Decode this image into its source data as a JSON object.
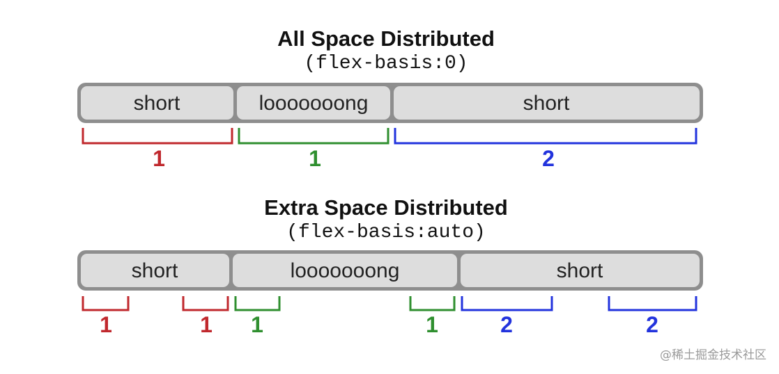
{
  "colors": {
    "red": "#c0282d",
    "green": "#2f8f2f",
    "blue": "#2233dd"
  },
  "panels": [
    {
      "title": "All Space Distributed",
      "code": "(flex-basis:0)",
      "segments": [
        {
          "label": "short"
        },
        {
          "label": "looooooong"
        },
        {
          "label": "short"
        }
      ],
      "brackets": [
        {
          "number": "1",
          "color": "red"
        },
        {
          "number": "1",
          "color": "green"
        },
        {
          "number": "2",
          "color": "blue"
        }
      ]
    },
    {
      "title": "Extra Space Distributed",
      "code": "(flex-basis:auto)",
      "segments": [
        {
          "label": "short"
        },
        {
          "label": "looooooong"
        },
        {
          "label": "short"
        }
      ],
      "brackets": [
        {
          "number": "1",
          "color": "red"
        },
        {
          "number": "1",
          "color": "red"
        },
        {
          "number": "1",
          "color": "green"
        },
        {
          "number": "1",
          "color": "green"
        },
        {
          "number": "2",
          "color": "blue"
        },
        {
          "number": "2",
          "color": "blue"
        }
      ]
    }
  ],
  "watermark": "@稀土掘金技术社区"
}
